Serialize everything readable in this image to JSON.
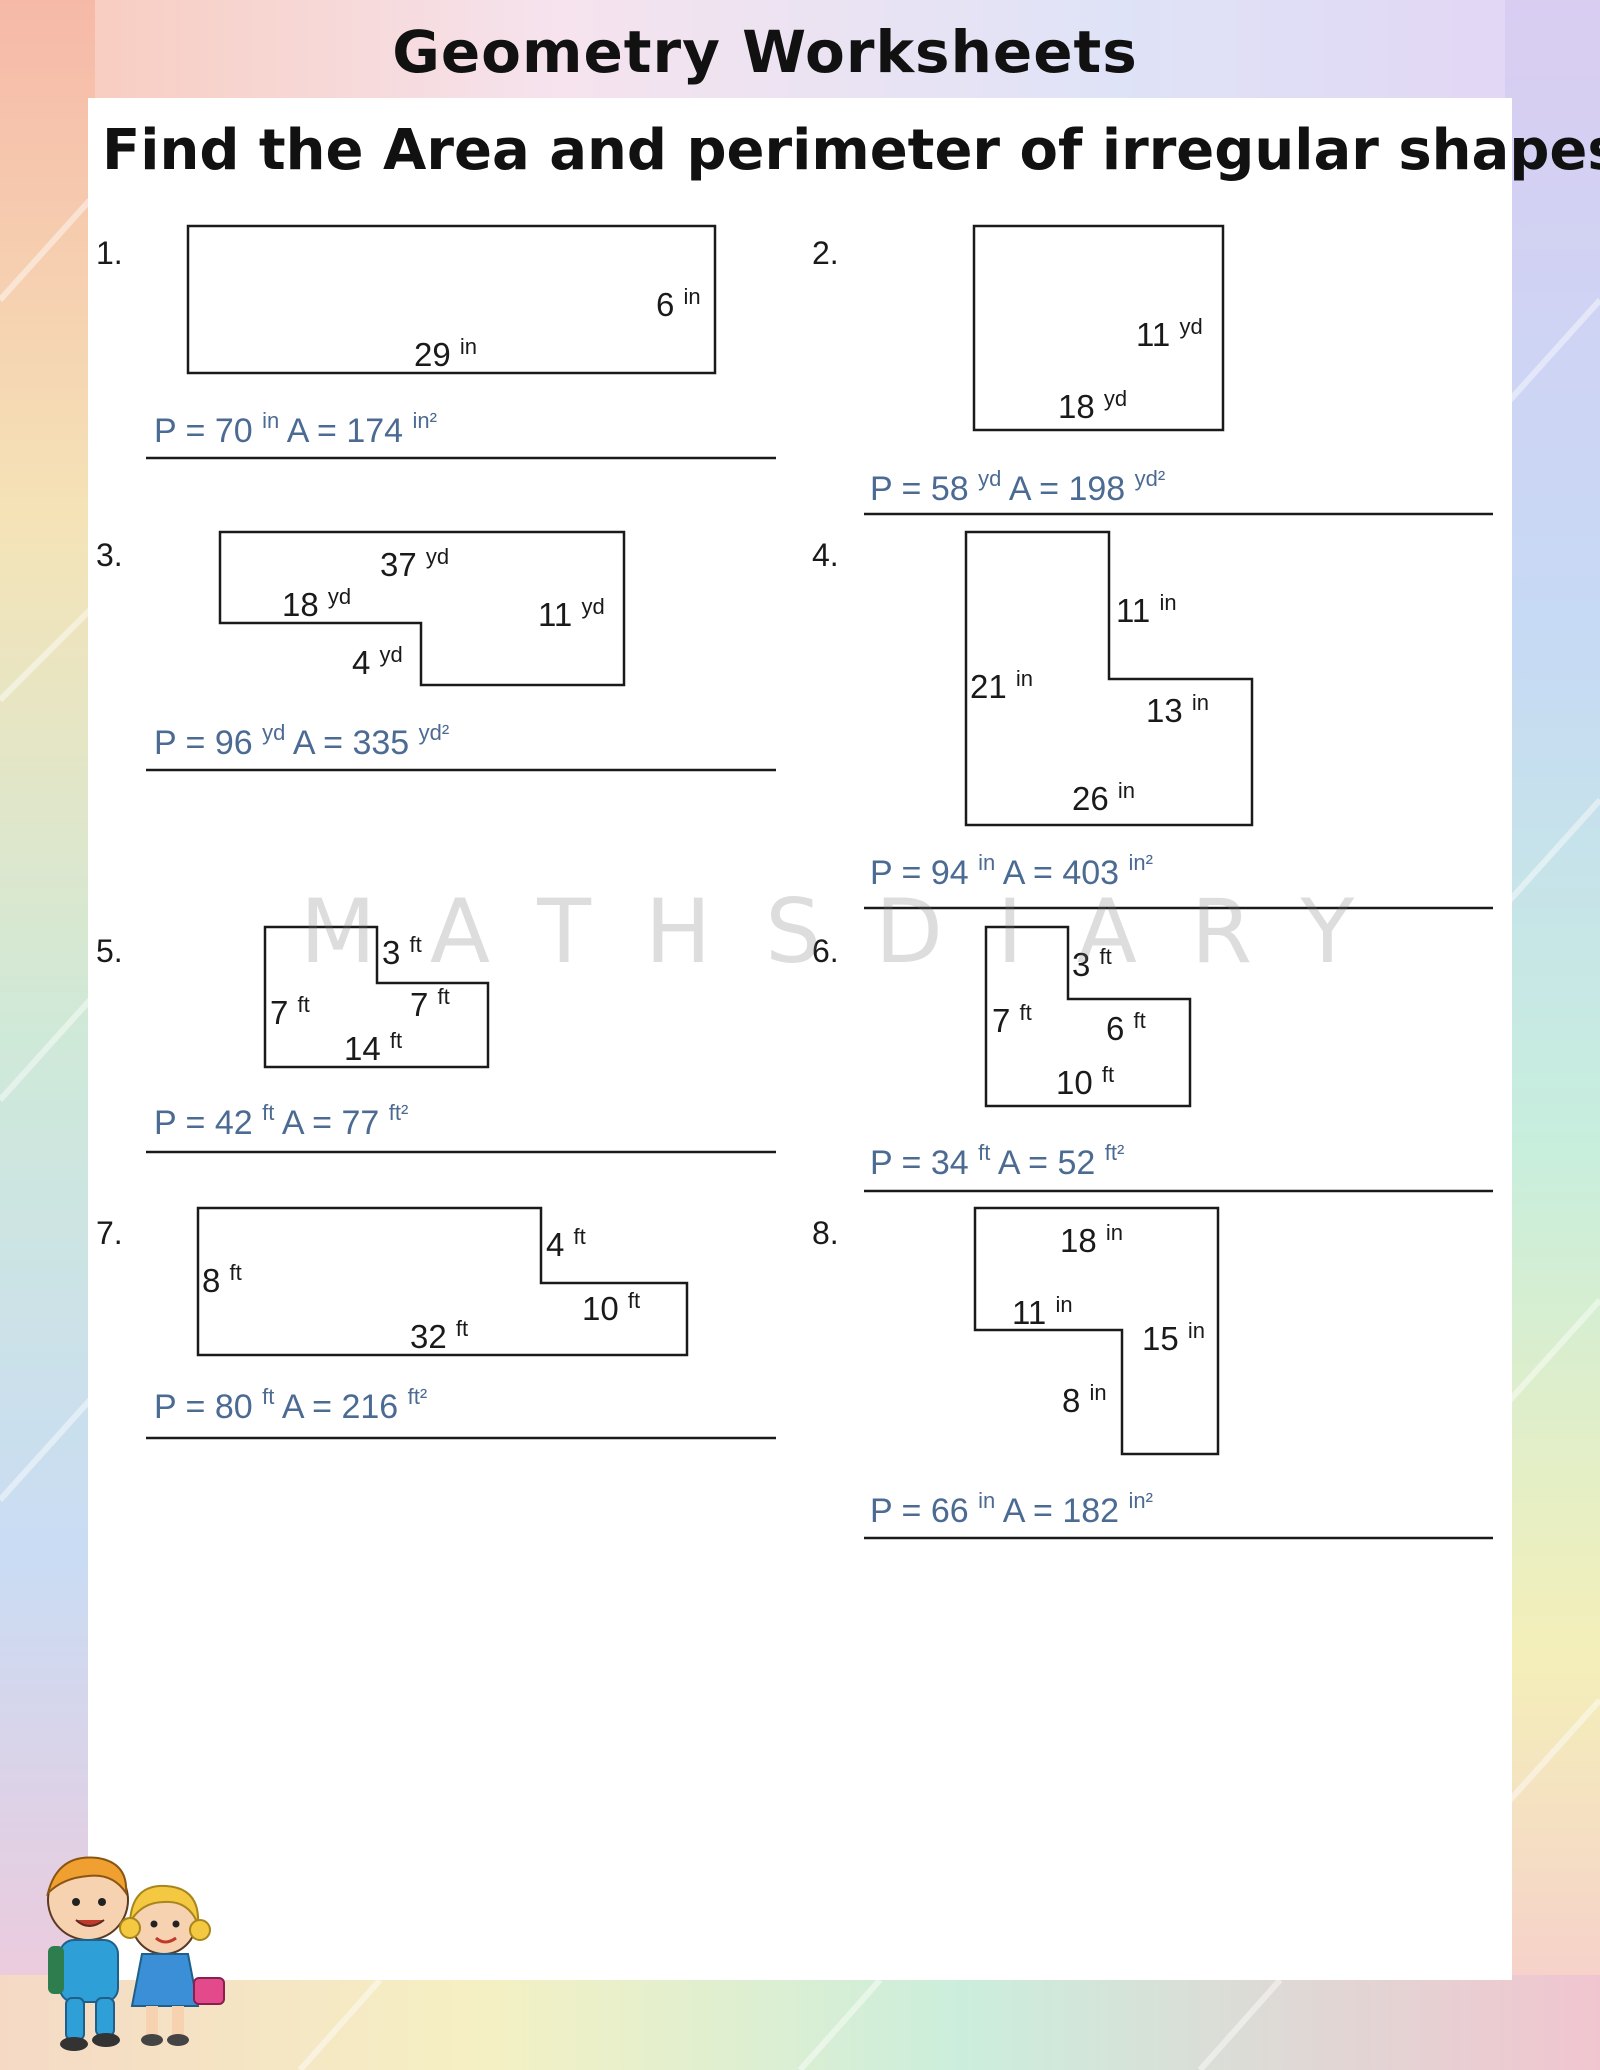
{
  "header": {
    "title": "Geometry Worksheets"
  },
  "worksheet": {
    "subtitle": "Find the Area and perimeter of irregular shapes",
    "watermark": "MATHSDIARY",
    "problems": [
      {
        "number": "1.",
        "labels": [
          {
            "value": "6",
            "unit": "in"
          },
          {
            "value": "29",
            "unit": "in"
          }
        ],
        "answer": {
          "P": "70",
          "p_unit": "in",
          "A": "174",
          "a_unit": "in²"
        }
      },
      {
        "number": "2.",
        "labels": [
          {
            "value": "11",
            "unit": "yd"
          },
          {
            "value": "18",
            "unit": "yd"
          }
        ],
        "answer": {
          "P": "58",
          "p_unit": "yd",
          "A": "198",
          "a_unit": "yd²"
        }
      },
      {
        "number": "3.",
        "labels": [
          {
            "value": "37",
            "unit": "yd"
          },
          {
            "value": "18",
            "unit": "yd"
          },
          {
            "value": "11",
            "unit": "yd"
          },
          {
            "value": "4",
            "unit": "yd"
          }
        ],
        "answer": {
          "P": "96",
          "p_unit": "yd",
          "A": "335",
          "a_unit": "yd²"
        }
      },
      {
        "number": "4.",
        "labels": [
          {
            "value": "11",
            "unit": "in"
          },
          {
            "value": "21",
            "unit": "in"
          },
          {
            "value": "13",
            "unit": "in"
          },
          {
            "value": "26",
            "unit": "in"
          }
        ],
        "answer": {
          "P": "94",
          "p_unit": "in",
          "A": "403",
          "a_unit": "in²"
        }
      },
      {
        "number": "5.",
        "labels": [
          {
            "value": "3",
            "unit": "ft"
          },
          {
            "value": "7",
            "unit": "ft"
          },
          {
            "value": "7",
            "unit": "ft"
          },
          {
            "value": "14",
            "unit": "ft"
          }
        ],
        "answer": {
          "P": "42",
          "p_unit": "ft",
          "A": "77",
          "a_unit": "ft²"
        }
      },
      {
        "number": "6.",
        "labels": [
          {
            "value": "3",
            "unit": "ft"
          },
          {
            "value": "7",
            "unit": "ft"
          },
          {
            "value": "6",
            "unit": "ft"
          },
          {
            "value": "10",
            "unit": "ft"
          }
        ],
        "answer": {
          "P": "34",
          "p_unit": "ft",
          "A": "52",
          "a_unit": "ft²"
        }
      },
      {
        "number": "7.",
        "labels": [
          {
            "value": "4",
            "unit": "ft"
          },
          {
            "value": "8",
            "unit": "ft"
          },
          {
            "value": "10",
            "unit": "ft"
          },
          {
            "value": "32",
            "unit": "ft"
          }
        ],
        "answer": {
          "P": "80",
          "p_unit": "ft",
          "A": "216",
          "a_unit": "ft²"
        }
      },
      {
        "number": "8.",
        "labels": [
          {
            "value": "18",
            "unit": "in"
          },
          {
            "value": "11",
            "unit": "in"
          },
          {
            "value": "15",
            "unit": "in"
          },
          {
            "value": "8",
            "unit": "in"
          }
        ],
        "answer": {
          "P": "66",
          "p_unit": "in",
          "A": "182",
          "a_unit": "in²"
        }
      }
    ]
  },
  "colors": {
    "answer": "#4c6b93",
    "ink": "#1a1a1a",
    "sheet": "#ffffff"
  }
}
